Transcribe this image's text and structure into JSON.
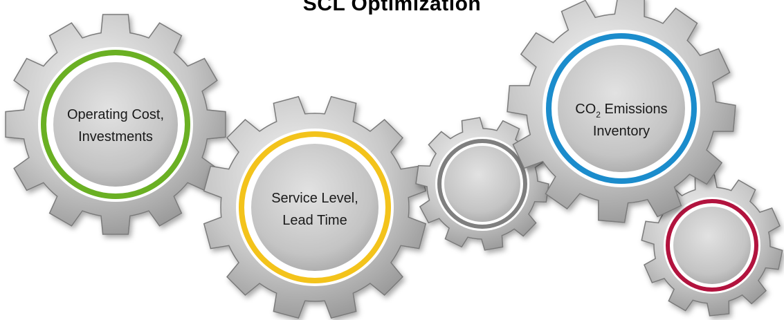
{
  "title": "SCL Optimization",
  "colors": {
    "gear_light": "#eaeaea",
    "gear_dark": "#8a8a8a",
    "hub_light": "#d9d9d9",
    "hub_dark": "#9a9a9a"
  },
  "gears": [
    {
      "name": "gear-operating-cost",
      "ring_color": "#6ab023",
      "label_lines": [
        "Operating Cost,",
        "Investments"
      ]
    },
    {
      "name": "gear-service-level",
      "ring_color": "#f3c31b",
      "label_lines": [
        "Service Level,",
        "Lead Time"
      ]
    },
    {
      "name": "gear-center-small",
      "ring_color": "#7f7f7f",
      "label_lines": []
    },
    {
      "name": "gear-co2-emissions",
      "ring_color": "#1b8ccc",
      "label_lines": [
        "CO",
        "2",
        " Emissions",
        "Inventory"
      ]
    },
    {
      "name": "gear-bottom-right",
      "ring_color": "#b2133e",
      "label_lines": []
    }
  ]
}
